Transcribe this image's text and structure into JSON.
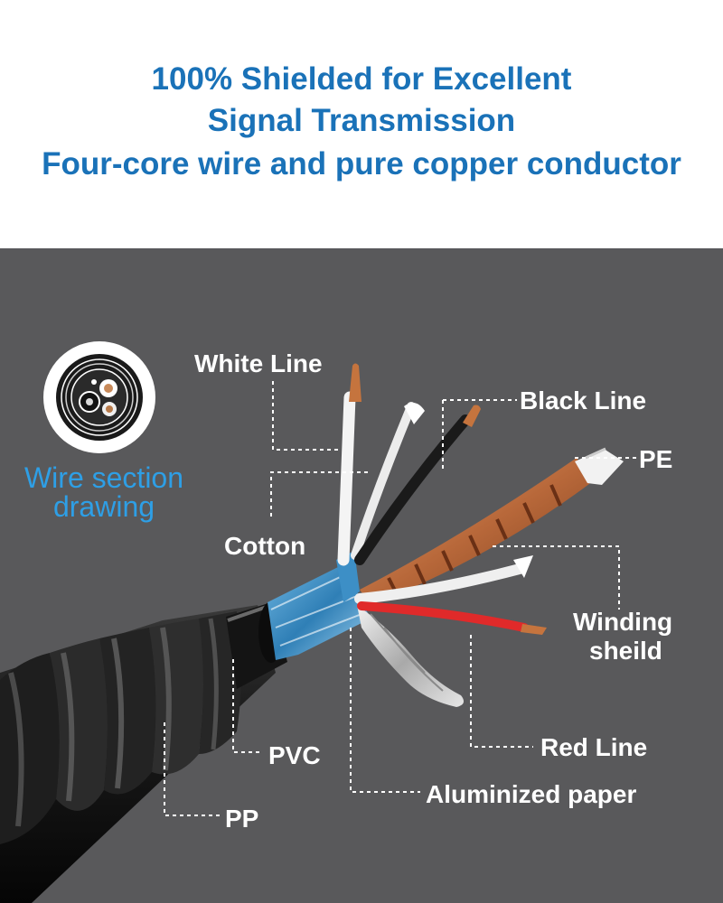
{
  "header": {
    "line1": "100% Shielded for Excellent",
    "line2": "Signal Transmission",
    "line3": "Four-core wire and pure copper conductor"
  },
  "section_drawing": {
    "caption_line1": "Wire section",
    "caption_line2": "drawing"
  },
  "labels": {
    "white_line": "White Line",
    "black_line": "Black Line",
    "pe": "PE",
    "cotton": "Cotton",
    "winding_line1": "Winding",
    "winding_line2": "sheild",
    "red_line": "Red Line",
    "pvc": "PVC",
    "aluminized_paper": "Aluminized paper",
    "pp": "PP"
  },
  "colors": {
    "headline": "#1a72b8",
    "panel_bg": "#59595b",
    "caption": "#2e9fe6",
    "label": "#ffffff"
  }
}
